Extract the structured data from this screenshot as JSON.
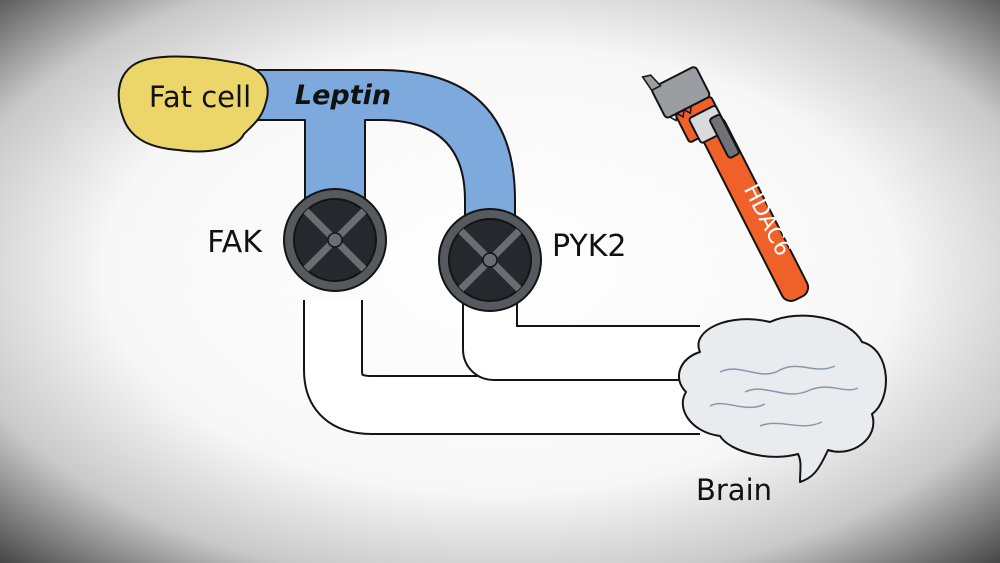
{
  "diagram": {
    "fat_cell_label": "Fat cell",
    "leptin_label": "Leptin",
    "valve_left_label": "FAK",
    "valve_right_label": "PYK2",
    "wrench_label": "HDAC6",
    "brain_label": "Brain"
  },
  "colors": {
    "fat_cell": "#ecd66a",
    "leptin_pipe": "#7ea9dc",
    "valve": "#2d3136",
    "wrench": "#f0612a",
    "wrench_metal": "#9a9ea3",
    "brain": "#e9ebef"
  },
  "icons": [
    "valve-icon",
    "wrench-icon",
    "brain-icon"
  ]
}
